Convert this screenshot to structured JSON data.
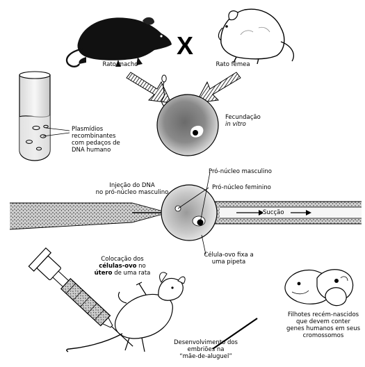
{
  "cross_symbol": "X",
  "labels": {
    "male_rat": "Rato macho",
    "female_rat": "Rato fêmea",
    "plasmids": "Plasmídios\nrecombinantes\ncom pedaços de\nDNA humano",
    "fertilization": "Fecundação",
    "in_vitro": "in vitro",
    "male_pronucleus": "Pró-núcleo masculino",
    "female_pronucleus": "Pró-núcleo feminino",
    "dna_injection": "Injeção do DNA\nno pró-núcleo masculino",
    "suction": "Sucção",
    "egg_fixed": "Célula-ovo fixa a\numa pipeta",
    "placement_prefix": "Colocação dos",
    "placement_cells": "células-ovo",
    "placement_no": " no",
    "placement_uterus": "útero",
    "placement_rest": " de uma rata",
    "offspring": "Filhotes recém-nascidos\nque devem conter\ngenes humanos em seus\ncromossomos",
    "development": "Desenvolvimento dos\nembriões na\n“mãe-de-aluguel”"
  }
}
